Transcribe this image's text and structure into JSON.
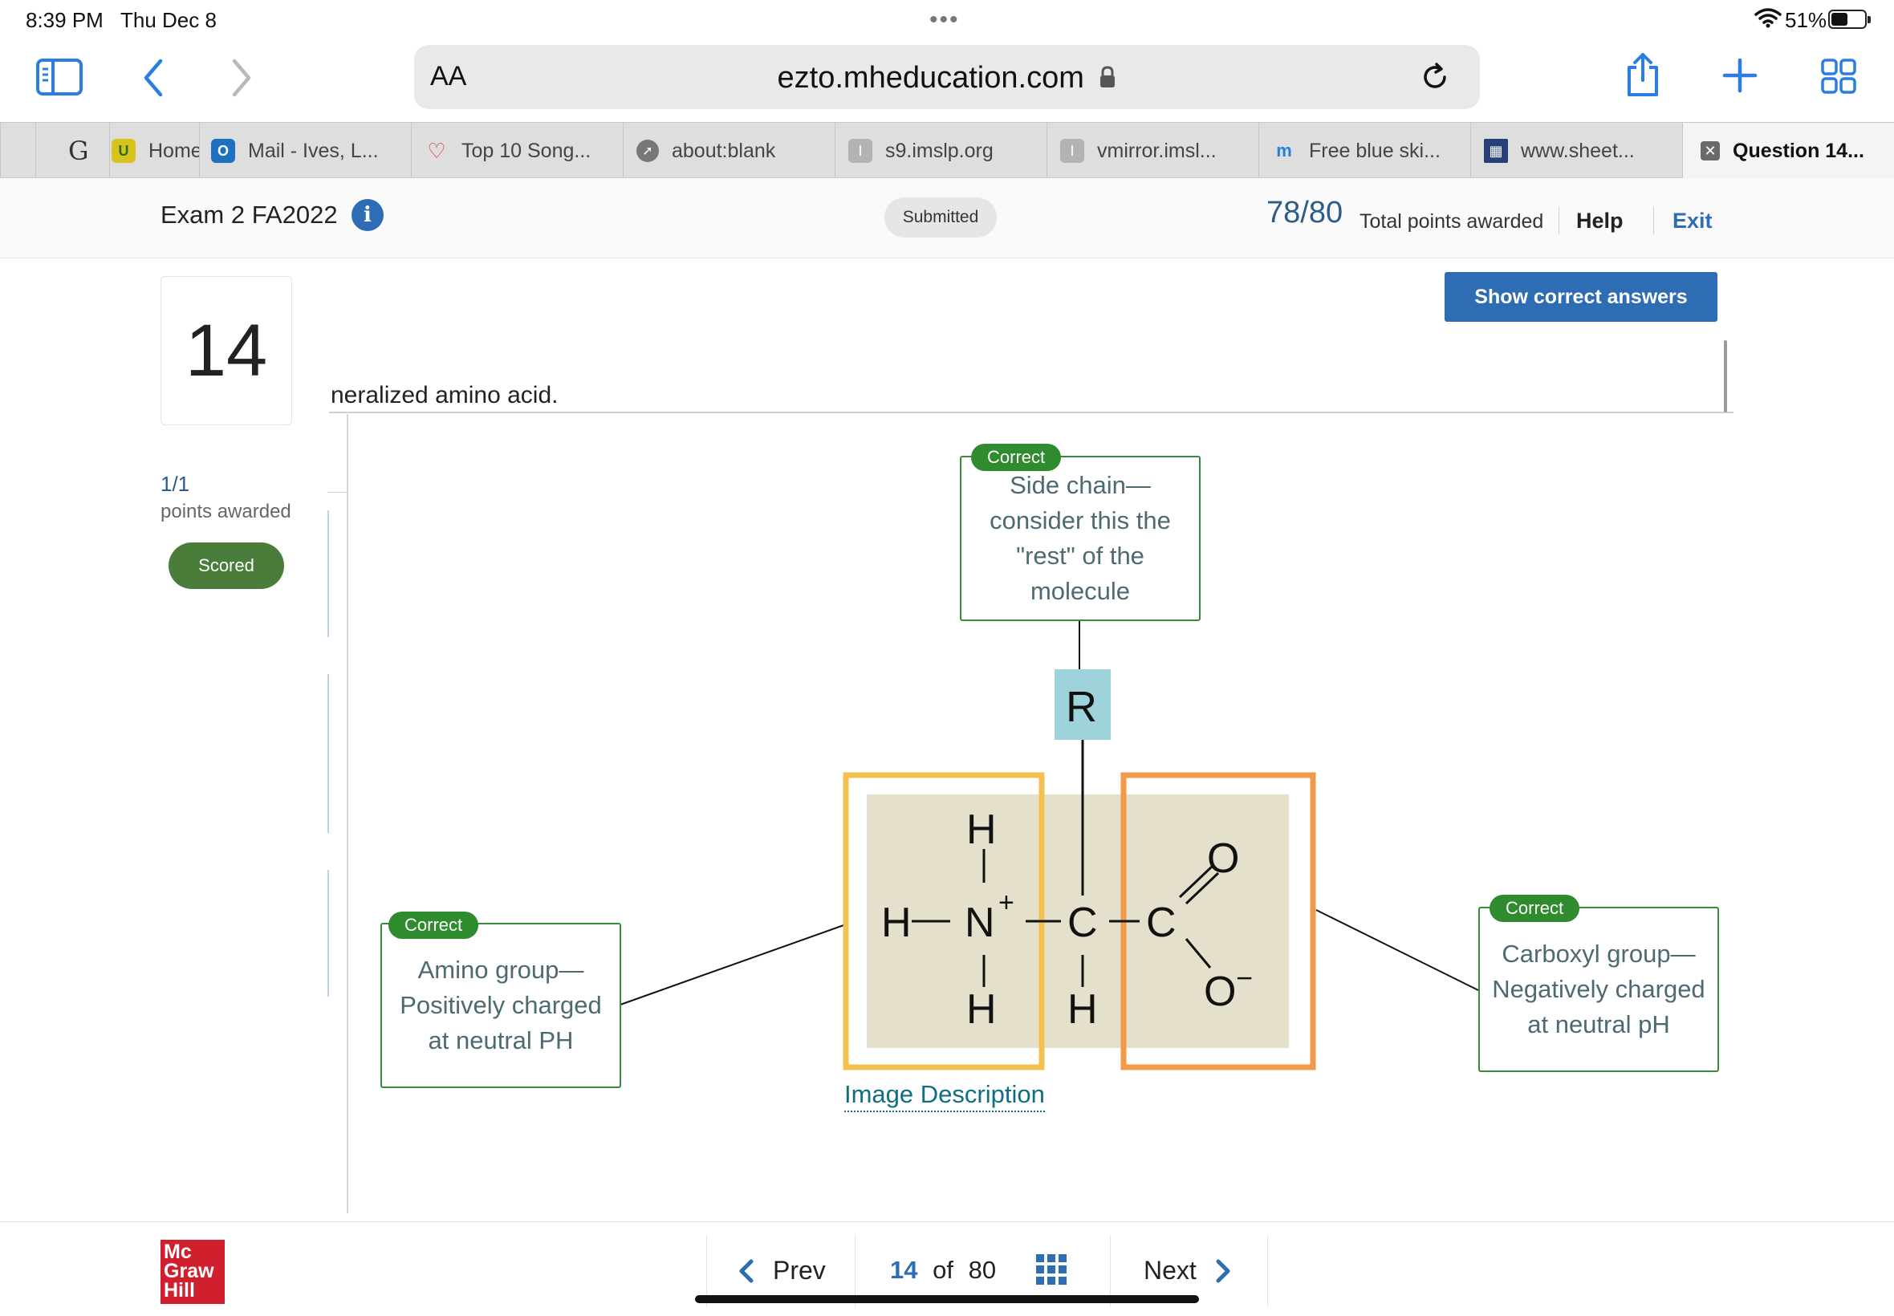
{
  "status": {
    "time": "8:39 PM",
    "date": "Thu Dec 8",
    "battery": "51%"
  },
  "browser": {
    "aa_label": "AA",
    "url": "ezto.mheducation.com",
    "tabs": [
      {
        "label": "G"
      },
      {
        "label": "Home"
      },
      {
        "label": "Mail - Ives, L..."
      },
      {
        "label": "Top 10 Song..."
      },
      {
        "label": "about:blank"
      },
      {
        "label": "s9.imslp.org"
      },
      {
        "label": "vmirror.imsl..."
      },
      {
        "label": "Free blue ski..."
      },
      {
        "label": "www.sheet..."
      },
      {
        "label": "Question 14..."
      }
    ]
  },
  "header": {
    "exam_title": "Exam 2 FA2022",
    "info_icon_text": "i",
    "status_badge": "Submitted",
    "score": "78/80",
    "score_label": "Total points awarded",
    "help": "Help",
    "exit": "Exit"
  },
  "question": {
    "number": "14",
    "points": "1/1",
    "points_label": "points awarded",
    "scored_badge": "Scored",
    "show_answers": "Show correct answers",
    "text": "neralized amino acid.",
    "image_description": "Image Description",
    "labels": {
      "side_chain": {
        "badge": "Correct",
        "text": "Side chain—\nconsider this the\n\"rest\" of the\nmolecule"
      },
      "amino": {
        "badge": "Correct",
        "text": "Amino group—\nPositively charged\nat neutral PH"
      },
      "carboxyl": {
        "badge": "Correct",
        "text": "Carboxyl group—\nNegatively charged\nat neutral pH"
      }
    },
    "molecule": {
      "r": "R",
      "h": "H",
      "n": "N",
      "c": "C",
      "o": "O",
      "plus": "+",
      "minus": "−"
    }
  },
  "footer": {
    "logo": "Mc\nGraw\nHill",
    "prev": "Prev",
    "current": "14",
    "of": "of",
    "total": "80",
    "next": "Next"
  },
  "colors": {
    "accent": "#2e6db4",
    "correct": "#2e8b2e",
    "scored": "#4a7c3a",
    "amino_box": "#f3c24e",
    "carboxyl_box": "#f39a4a",
    "r_box": "#9fd3dc",
    "molecule_bg": "#e5e0cc"
  }
}
